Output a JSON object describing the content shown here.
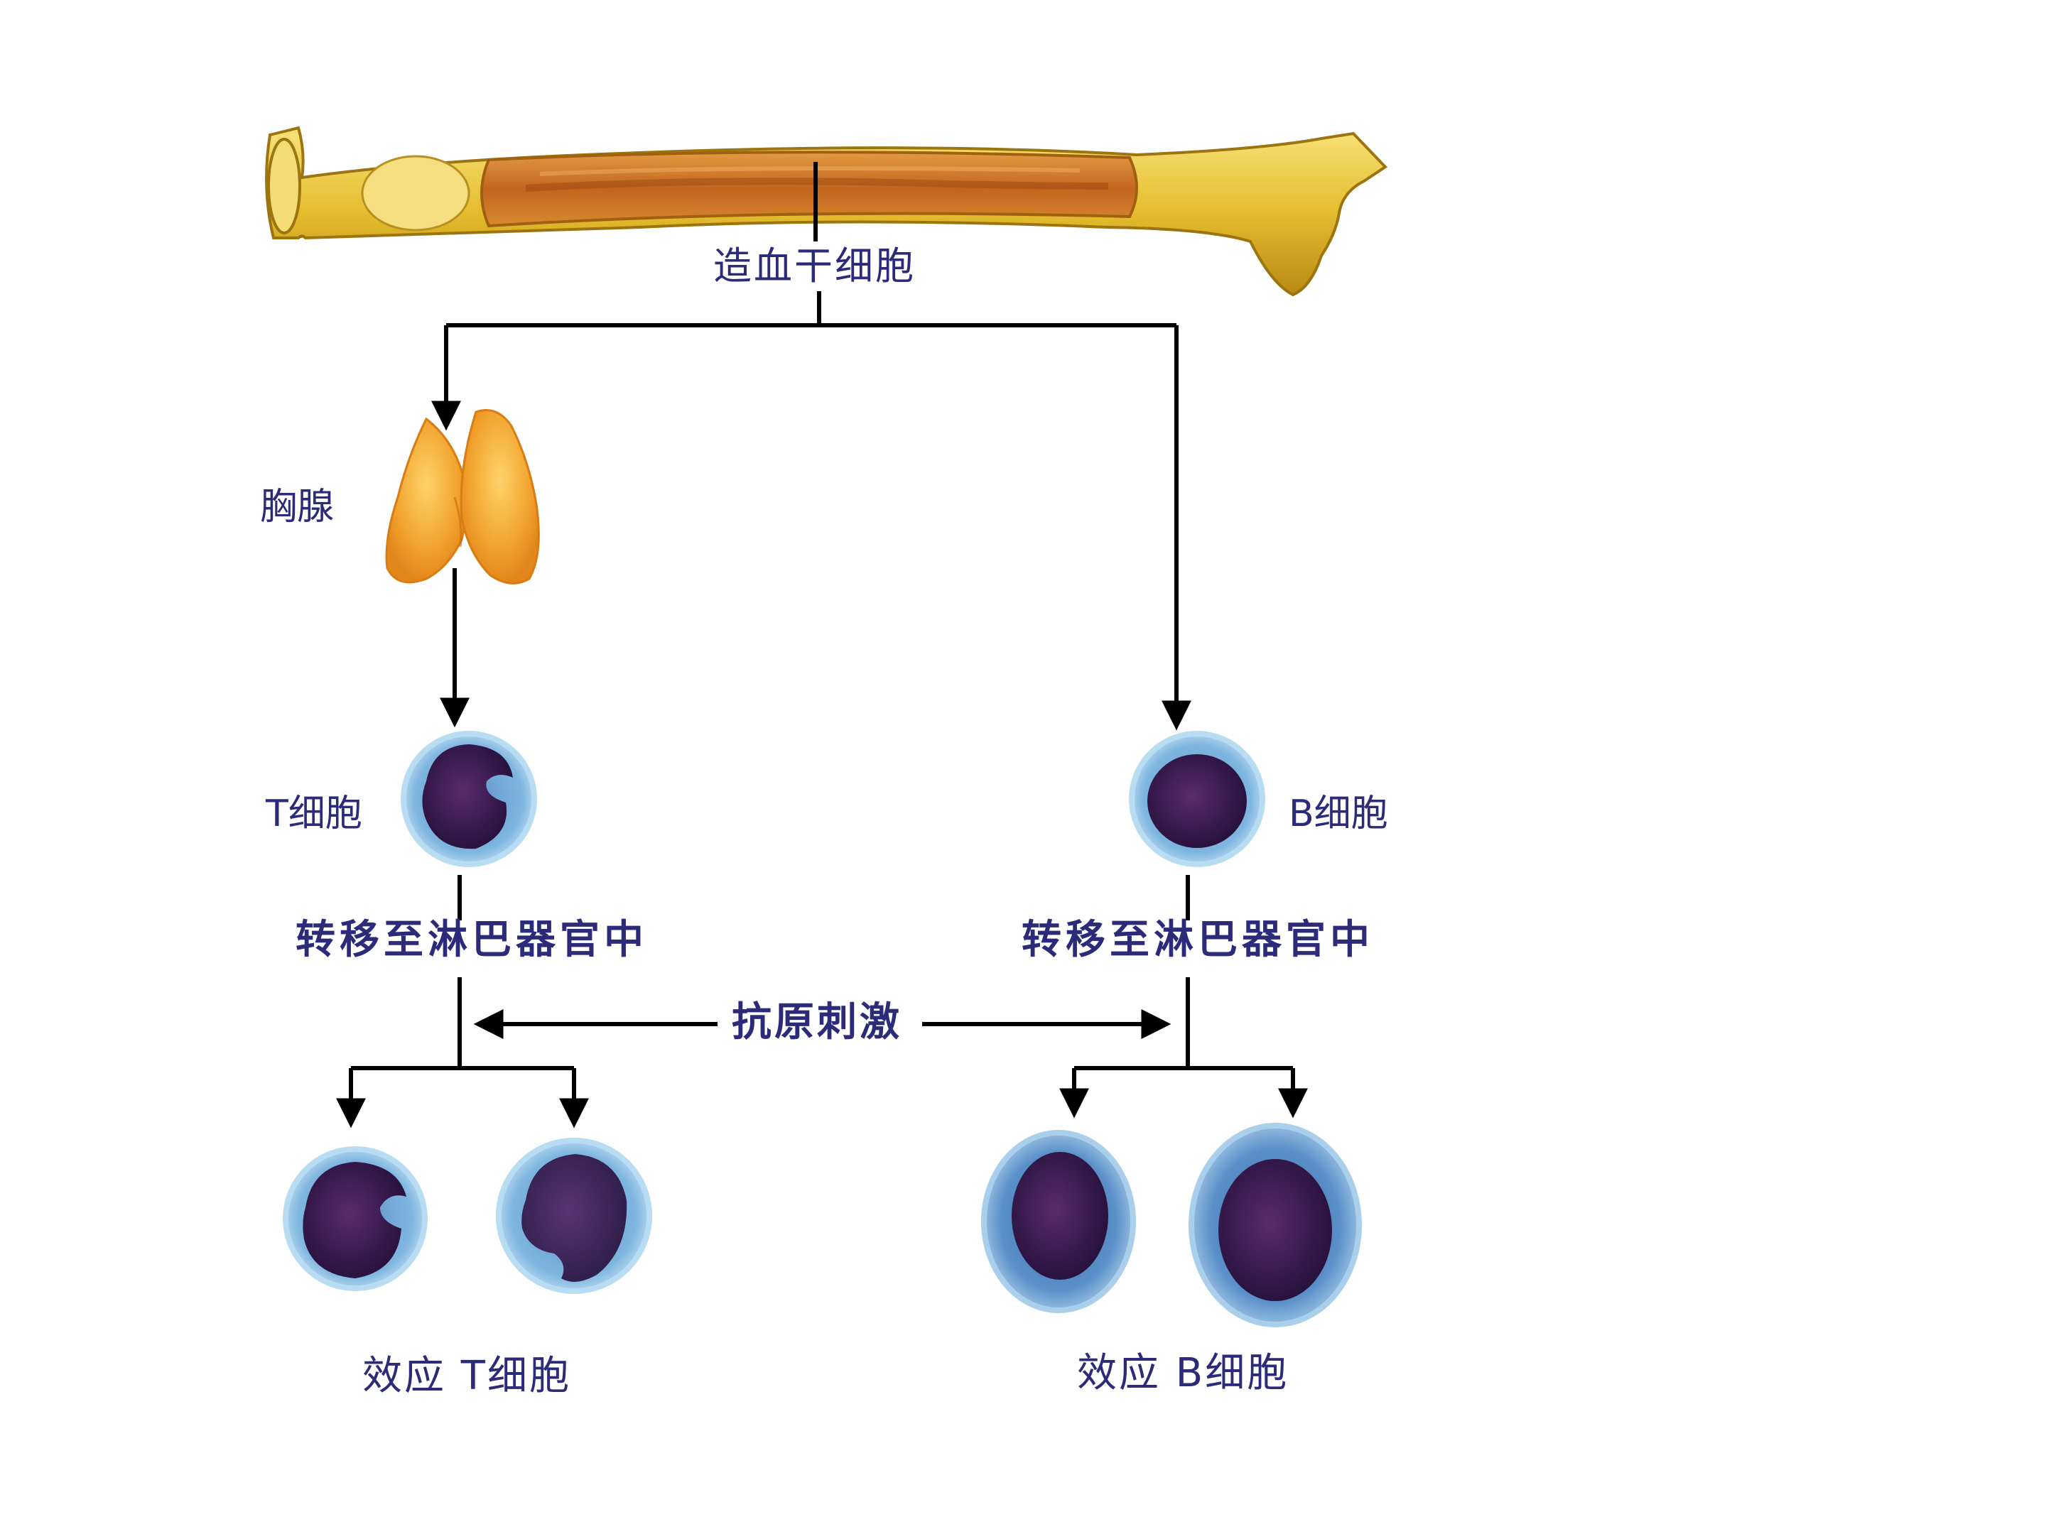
{
  "labels": {
    "stem_cell": "造血干细胞",
    "thymus": "胸腺",
    "t_cell": "T细胞",
    "b_cell": "B细胞",
    "migrate_left": "转移至淋巴器官中",
    "migrate_right": "转移至淋巴器官中",
    "antigen_stimulation": "抗原刺激",
    "effector_t_cell": "效应 T细胞",
    "effector_b_cell": "效应 B细胞"
  },
  "colors": {
    "label_text": "#2b2b7a",
    "line": "#000000",
    "bone": "#e8c23a",
    "marrow": "#c9772a",
    "thymus": "#f0a82c",
    "cell_cytoplasm": "#8fc3e6",
    "cell_nucleus": "#2e1248"
  }
}
